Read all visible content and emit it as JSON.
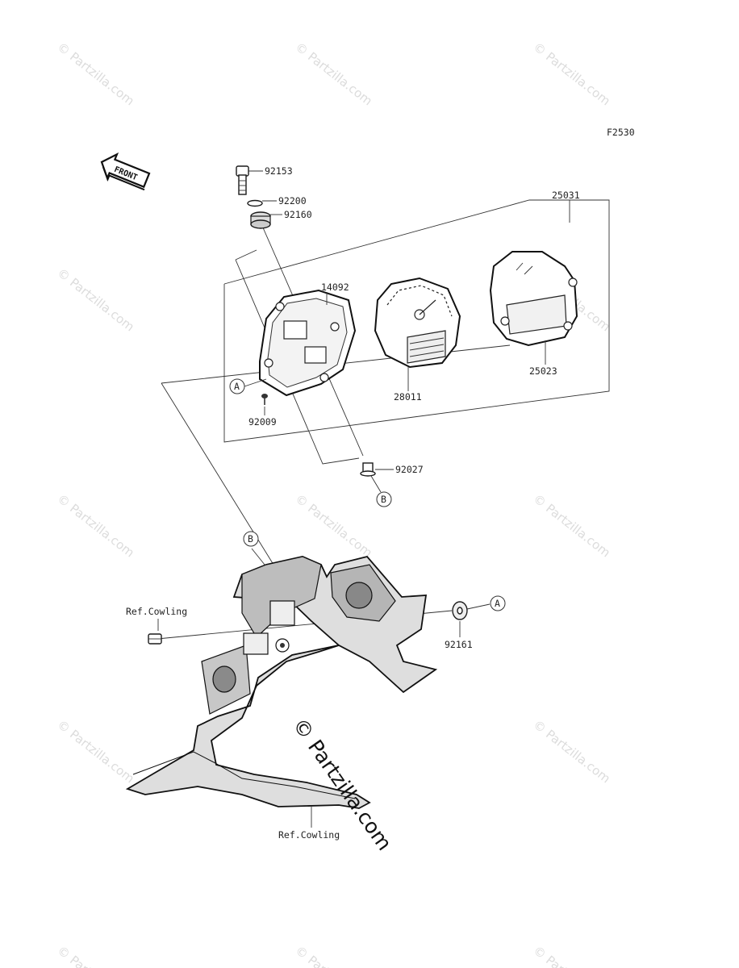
{
  "figure_code": "F2530",
  "front_badge": "FRONT",
  "watermark": "© Partzilla.com",
  "center_watermark": "© Partzilla.com",
  "ref_labels": {
    "cowling_left": "Ref.Cowling",
    "cowling_bottom": "Ref.Cowling"
  },
  "callouts": {
    "A_meter": "A",
    "A_grommet": "A",
    "B_bolt": "B",
    "B_bracket": "B"
  },
  "parts": {
    "p92153": "92153",
    "p92200": "92200",
    "p92160": "92160",
    "p25031": "25031",
    "p14092": "14092",
    "p28011": "28011",
    "p25023": "25023",
    "p92009": "92009",
    "p92027": "92027",
    "p92161": "92161"
  }
}
